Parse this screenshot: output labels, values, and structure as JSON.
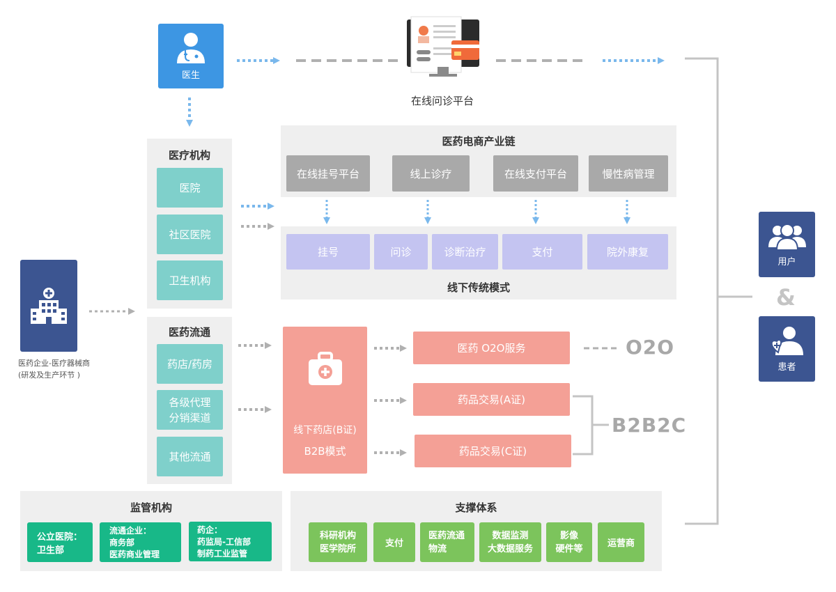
{
  "doctor": {
    "label": "医生",
    "icon": "doctor-icon"
  },
  "online_platform": {
    "label": "在线问诊平台",
    "icon": "computer-platform-icon"
  },
  "medical_institutions": {
    "title": "医疗机构",
    "items": [
      "医院",
      "社区医院",
      "卫生机构"
    ]
  },
  "ecommerce_chain": {
    "title": "医药电商产业链",
    "items": [
      "在线挂号平台",
      "线上诊疗",
      "在线支付平台",
      "慢性病管理"
    ]
  },
  "offline_mode": {
    "title": "线下传统模式",
    "items": [
      "挂号",
      "问诊",
      "诊断治疗",
      "支付",
      "院外康复"
    ]
  },
  "pharma_company": {
    "label_line1": "医药企业-医疗器械商",
    "label_line2": "(研发及生产环节 )",
    "icon": "hospital-building-icon"
  },
  "drug_distribution": {
    "title": "医药流通",
    "items": [
      [
        "药店/药房"
      ],
      [
        "各级代理",
        "分销渠道"
      ],
      [
        "其他流通"
      ]
    ]
  },
  "offline_pharmacy": {
    "line1": "线下药店(B证)",
    "line2": "B2B模式",
    "icon": "medical-kit-icon"
  },
  "services": {
    "o2o": "医药 O2O服务",
    "trade_a": "药品交易(A证)",
    "trade_c": "药品交易(C证)"
  },
  "labels": {
    "o2o": "O2O",
    "b2b2c": "B2B2C",
    "ampersand": "&"
  },
  "users": {
    "user": "用户",
    "patient": "患者",
    "user_icon": "users-group-icon",
    "patient_icon": "patient-icon"
  },
  "supervision": {
    "title": "监管机构",
    "items": [
      [
        "公立医院：",
        "卫生部"
      ],
      [
        "流通企业：",
        "商务部",
        "医药商业管理"
      ],
      [
        "药企：",
        "药监局-工信部",
        "制药工业监管"
      ]
    ]
  },
  "support": {
    "title": "支撑体系",
    "items": [
      [
        "科研机构",
        "医学院所"
      ],
      [
        "支付"
      ],
      [
        "医药流通",
        "物流"
      ],
      [
        "数据监测",
        "大数据服务"
      ],
      [
        "影像",
        "硬件等"
      ],
      [
        "运营商"
      ]
    ]
  },
  "colors": {
    "teal": "#7fd0cb",
    "gray": "#a9a9a9",
    "lavender": "#c4c4f1",
    "salmon": "#f4a096",
    "dark_green": "#18b888",
    "light_green": "#7cc45c",
    "navy": "#3c5591",
    "blue": "#3d96e3"
  }
}
